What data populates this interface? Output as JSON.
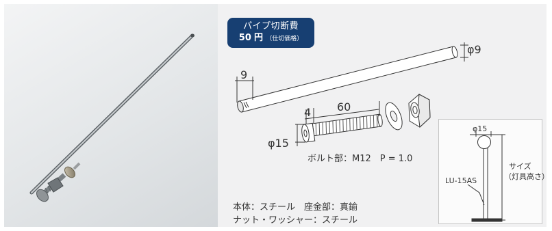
{
  "badge": {
    "title": "パイプ切断費",
    "price": "50",
    "yen": "円",
    "note": "（仕切価格）"
  },
  "dimensions": {
    "pipe_diameter": "φ9",
    "offset": "9",
    "washer_width": "4",
    "bolt_length": "60",
    "base_diameter": "φ15",
    "inset_ball": "φ15"
  },
  "bolt_label": "ボルト部：M12　P = 1.0",
  "materials": {
    "line1": "本体：スチール　座金部：真鍮",
    "line2": "ナット・ワッシャー：スチール"
  },
  "inset": {
    "model": "LU-15AS",
    "size_label": "サイズ",
    "size_note": "（灯具高さ）"
  },
  "colors": {
    "badge_bg": "#173f72",
    "panel_bg": "#f1f1f2",
    "line": "#333333"
  }
}
